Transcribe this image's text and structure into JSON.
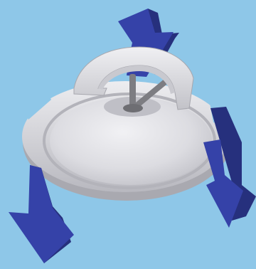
{
  "scene": {
    "background_color": "#8ec7e8",
    "subject": "valve-disc-assembly",
    "colors": {
      "disc_light": "#e4e4e8",
      "disc_mid": "#cfcfd4",
      "disc_shadow": "#a9a9b0",
      "stem": "#7d7d82",
      "arrow_front": "#3542a8",
      "arrow_side": "#26307d"
    },
    "arrows": [
      {
        "name": "top-arrow",
        "direction": "down"
      },
      {
        "name": "left-arrow",
        "direction": "down"
      },
      {
        "name": "right-arrow",
        "direction": "down"
      }
    ]
  }
}
